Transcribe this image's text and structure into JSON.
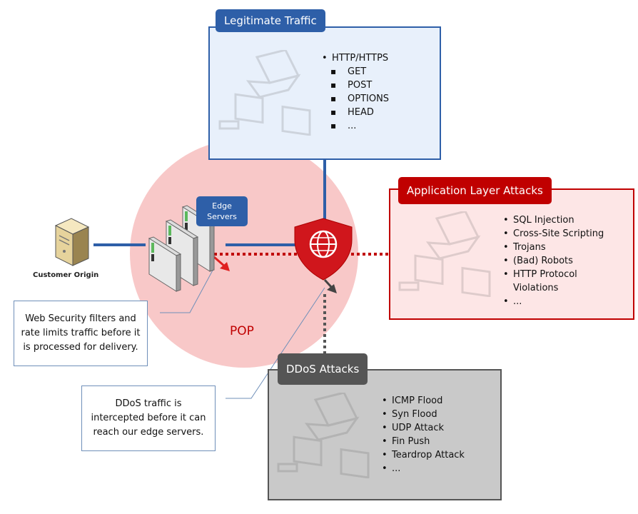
{
  "legitimate": {
    "title": "Legitimate Traffic",
    "bullet": "HTTP/HTTPS",
    "methods": [
      "GET",
      "POST",
      "OPTIONS",
      "HEAD",
      "..."
    ]
  },
  "app_attacks": {
    "title": "Application Layer Attacks",
    "items": [
      "SQL Injection",
      "Cross-Site Scripting",
      "Trojans",
      "(Bad) Robots",
      "HTTP Protocol Violations",
      "..."
    ]
  },
  "ddos": {
    "title": "DDoS Attacks",
    "items": [
      "ICMP Flood",
      "Syn Flood",
      "UDP Attack",
      "Fin Push",
      "Teardrop Attack",
      "..."
    ]
  },
  "edge_servers_label": "Edge\nServers",
  "customer_origin_label": "Customer Origin",
  "pop_label": "POP",
  "callout_web_security": "Web Security filters and\nrate limits traffic before it\nis processed for delivery.",
  "callout_ddos": "DDoS traffic is\nintercepted before it can\nreach our edge servers.",
  "colors": {
    "legit_blue": "#2e5fa8",
    "attack_red": "#c00000",
    "ddos_gray": "#555555",
    "pop_pink": "#f8c8c8",
    "shield_red": "#d0161c"
  },
  "icons": [
    "laptop-icon",
    "desktop-icon",
    "server-tower-icon",
    "edge-server-icon",
    "globe-shield-icon"
  ]
}
